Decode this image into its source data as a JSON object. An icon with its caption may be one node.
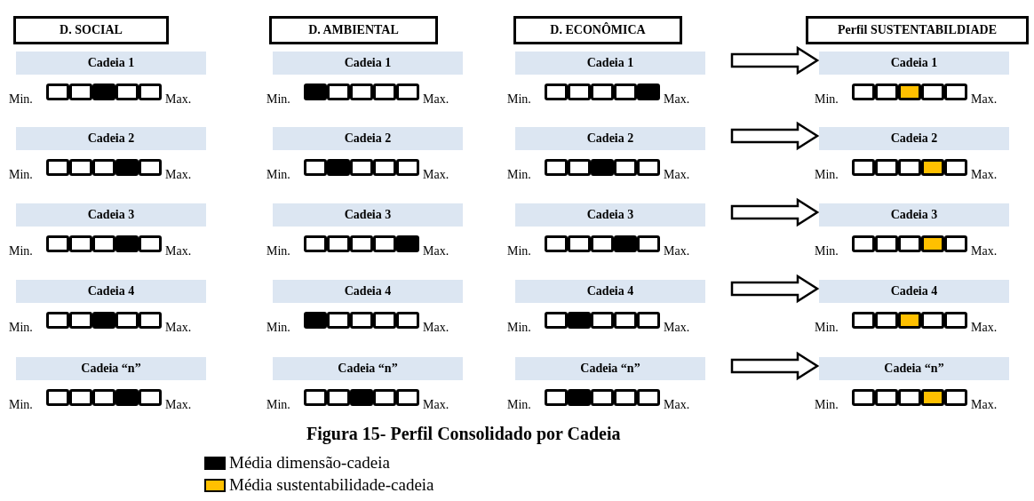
{
  "diagram": {
    "caption": "Figura 15- Perfil Consolidado por Cadeia",
    "nodes": [
      {
        "text": [
          "D. SOCIAL"
        ]
      },
      {
        "text": [
          "D. AMBIENTAL"
        ]
      },
      {
        "text": [
          "D. ECONÔMICA"
        ]
      },
      {
        "text": [
          "Perfil SUSTENTABILDIADE"
        ]
      },
      {
        "text": [
          "Cadeia 1"
        ],
        "beside": [
          "Min.",
          "Max."
        ]
      },
      {
        "text": [
          "Cadeia 1"
        ],
        "beside": [
          "Min.",
          "Max."
        ]
      },
      {
        "text": [
          "Cadeia 1"
        ],
        "beside": [
          "Min.",
          "Max."
        ]
      },
      {
        "text": [
          "Cadeia 1"
        ],
        "beside": [
          "Min.",
          "Max."
        ]
      },
      {
        "text": [
          "Cadeia 2"
        ],
        "beside": [
          "Min.",
          "Max."
        ]
      },
      {
        "text": [
          "Cadeia 2"
        ],
        "beside": [
          "Min.",
          "Max."
        ]
      },
      {
        "text": [
          "Cadeia 2"
        ],
        "beside": [
          "Min.",
          "Max."
        ]
      },
      {
        "text": [
          "Cadeia 2"
        ],
        "beside": [
          "Min.",
          "Max."
        ]
      },
      {
        "text": [
          "Cadeia 3"
        ],
        "beside": [
          "Min.",
          "Max."
        ]
      },
      {
        "text": [
          "Cadeia 3"
        ],
        "beside": [
          "Min.",
          "Max."
        ]
      },
      {
        "text": [
          "Cadeia 3"
        ],
        "beside": [
          "Min.",
          "Max."
        ]
      },
      {
        "text": [
          "Cadeia 3"
        ],
        "beside": [
          "Min.",
          "Max."
        ]
      },
      {
        "text": [
          "Cadeia 4"
        ],
        "beside": [
          "Min.",
          "Max."
        ]
      },
      {
        "text": [
          "Cadeia 4"
        ],
        "beside": [
          "Min.",
          "Max."
        ]
      },
      {
        "text": [
          "Cadeia 4"
        ],
        "beside": [
          "Min.",
          "Max."
        ]
      },
      {
        "text": [
          "Cadeia 4"
        ],
        "beside": [
          "Min.",
          "Max."
        ]
      },
      {
        "text": [
          "Cadeia “n”"
        ],
        "beside": [
          "Min.",
          "Max."
        ]
      },
      {
        "text": [
          "Cadeia “n”"
        ],
        "beside": [
          "Min.",
          "Max."
        ]
      },
      {
        "text": [
          "Cadeia “n”"
        ],
        "beside": [
          "Min.",
          "Max."
        ]
      },
      {
        "text": [
          "Cadeia “n”"
        ],
        "beside": [
          "Min.",
          "Max."
        ]
      }
    ],
    "edges": [
      {
        "from": 6,
        "to": 7,
        "arrow": "to"
      },
      {
        "from": 10,
        "to": 11,
        "arrow": "to"
      },
      {
        "from": 14,
        "to": 15,
        "arrow": "to"
      },
      {
        "from": 18,
        "to": 19,
        "arrow": "to"
      },
      {
        "from": 22,
        "to": 23,
        "arrow": "to"
      }
    ],
    "legend": [
      {
        "text": "Média dimensão-cadeia",
        "color": "#000000"
      },
      {
        "text": "Média sustentabilidade-cadeia",
        "color": "#ffc000"
      }
    ]
  }
}
